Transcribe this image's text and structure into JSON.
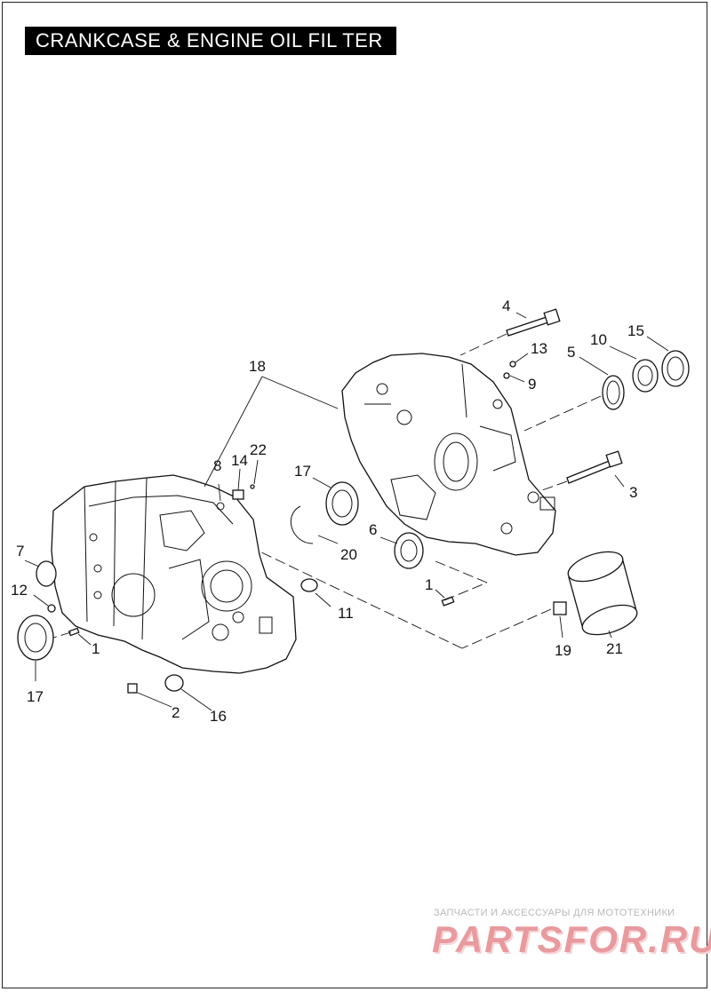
{
  "title": "CRANKCASE & ENGINE OIL FIL TER",
  "callouts": {
    "c1a": "1",
    "c1b": "1",
    "c2": "2",
    "c3": "3",
    "c4": "4",
    "c5": "5",
    "c6": "6",
    "c7": "7",
    "c8": "8",
    "c9": "9",
    "c10": "10",
    "c11": "11",
    "c12": "12",
    "c13": "13",
    "c14": "14",
    "c15": "15",
    "c16": "16",
    "c17a": "17",
    "c17b": "17",
    "c18": "18",
    "c19": "19",
    "c20": "20",
    "c21": "21",
    "c22": "22"
  },
  "watermark": {
    "subtitle": "ЗАПЧАСТИ И АКСЕССУАРЫ ДЛЯ МОТОТЕХНИКИ",
    "logo": "PARTSFOR.RU"
  }
}
